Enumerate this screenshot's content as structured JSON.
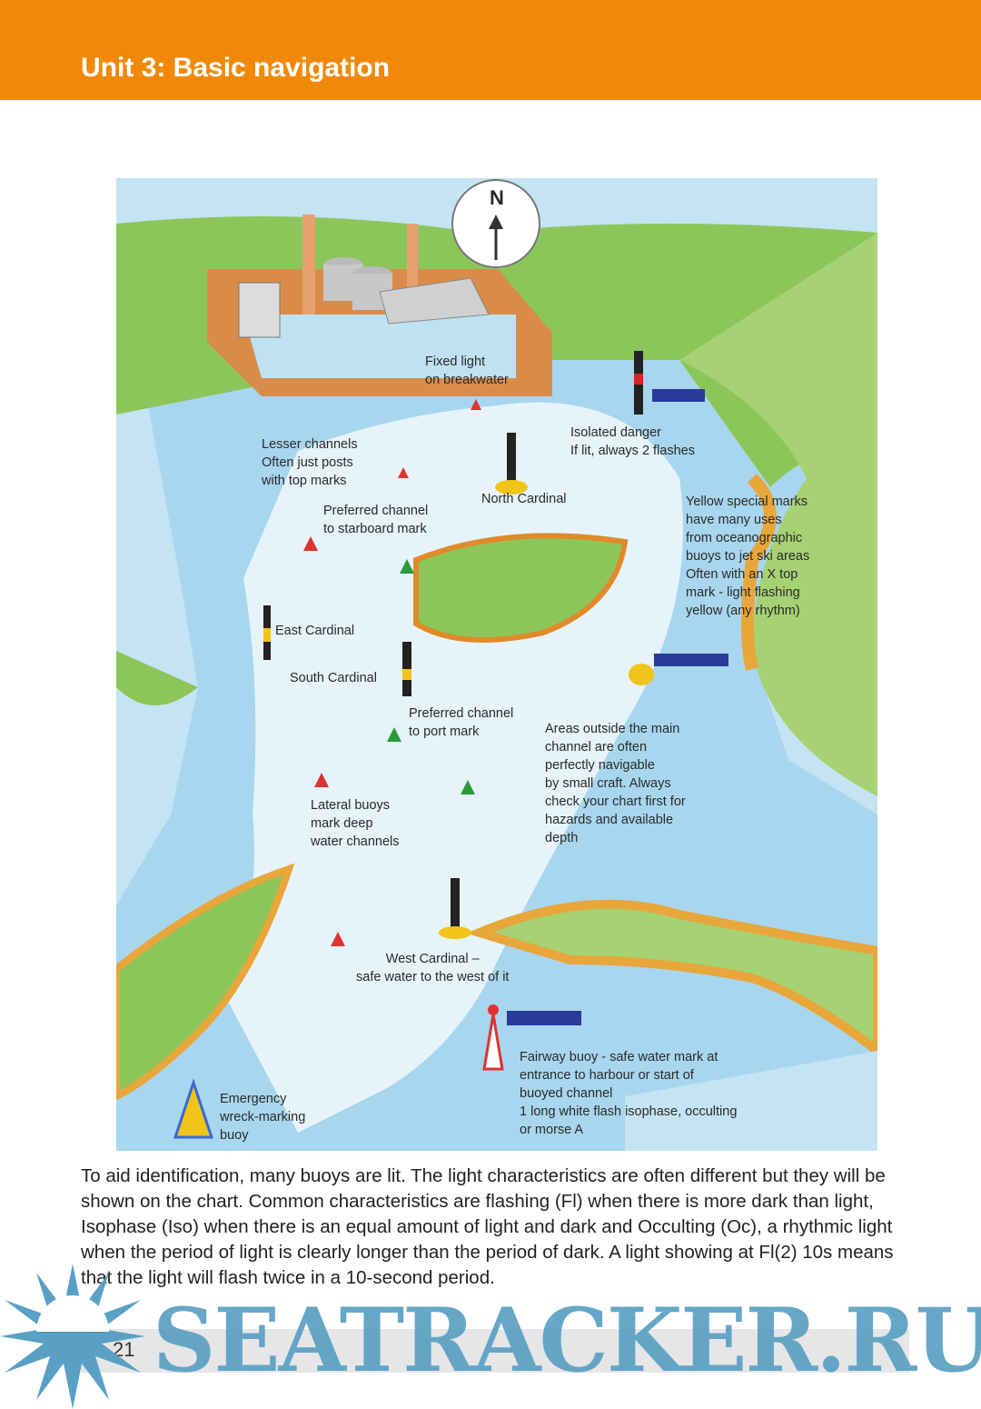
{
  "header": {
    "title": "Unit 3: Basic navigation"
  },
  "figure": {
    "compass": "N",
    "labels": {
      "fixed_light": "Fixed light\non breakwater",
      "isolated_danger": "Isolated danger\nIf lit, always 2 flashes",
      "lesser_channels": "Lesser channels\nOften just posts\nwith top marks",
      "north_cardinal": "North Cardinal",
      "preferred_starboard": "Preferred channel\nto starboard mark",
      "yellow_special": "Yellow special marks\nhave many uses\nfrom oceanographic\nbuoys to jet ski areas\nOften with an X top\nmark - light flashing\nyellow (any rhythm)",
      "east_cardinal": "East Cardinal",
      "south_cardinal": "South Cardinal",
      "preferred_port": "Preferred channel\nto port mark",
      "areas_outside": "Areas outside the main\nchannel are often\nperfectly navigable\nby small craft. Always\ncheck your chart first for\nhazards and available\ndepth",
      "lateral_buoys": "Lateral buoys\nmark deep\nwater channels",
      "west_cardinal": "West Cardinal –\nsafe water to the west of it",
      "fairway_buoy": "Fairway buoy - safe water mark at\nentrance to harbour or start of\nbuoyed channel\n1 long white flash isophase, occulting\nor morse A",
      "emergency": "Emergency\nwreck-marking\nbuoy"
    }
  },
  "body_text": "To aid identification, many buoys are lit. The light characteristics are often different but they will be shown on the chart. Common characteristics are flashing (Fl) when there is more dark than light, Isophase (Iso) when there is an equal amount of light and dark and Occulting (Oc), a rhythmic light when the period of light is clearly longer than the period of dark. A light showing at Fl(2) 10s means that the light will flash twice in a 10-second period.",
  "page_number": "21",
  "watermark": "SEATRACKER.RU",
  "colors": {
    "header": "#f0890a",
    "water": "#bfe2f2",
    "land": "#8cc65a",
    "watermark": "#5aa0c4"
  }
}
